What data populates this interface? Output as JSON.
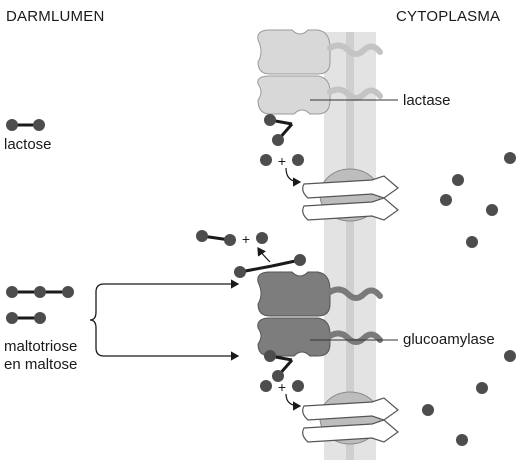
{
  "headings": {
    "left": "DARMLUMEN",
    "right": "CYTOPLASMA"
  },
  "labels": {
    "lactose": "lactose",
    "maltotriose_line1": "maltotriose",
    "maltotriose_line2": "en maltose",
    "lactase": "lactase",
    "glucoamylase": "glucoamylase"
  },
  "symbols": {
    "plus": "+"
  },
  "colors": {
    "membrane": "#d9d9d9",
    "lactase_enzyme": "#d6d6d6",
    "glucoamylase_enzyme": "#7a7a7a",
    "transporter": "#bdbdbd",
    "molecule": "#4d4d4d",
    "line": "#1a1a1a"
  }
}
